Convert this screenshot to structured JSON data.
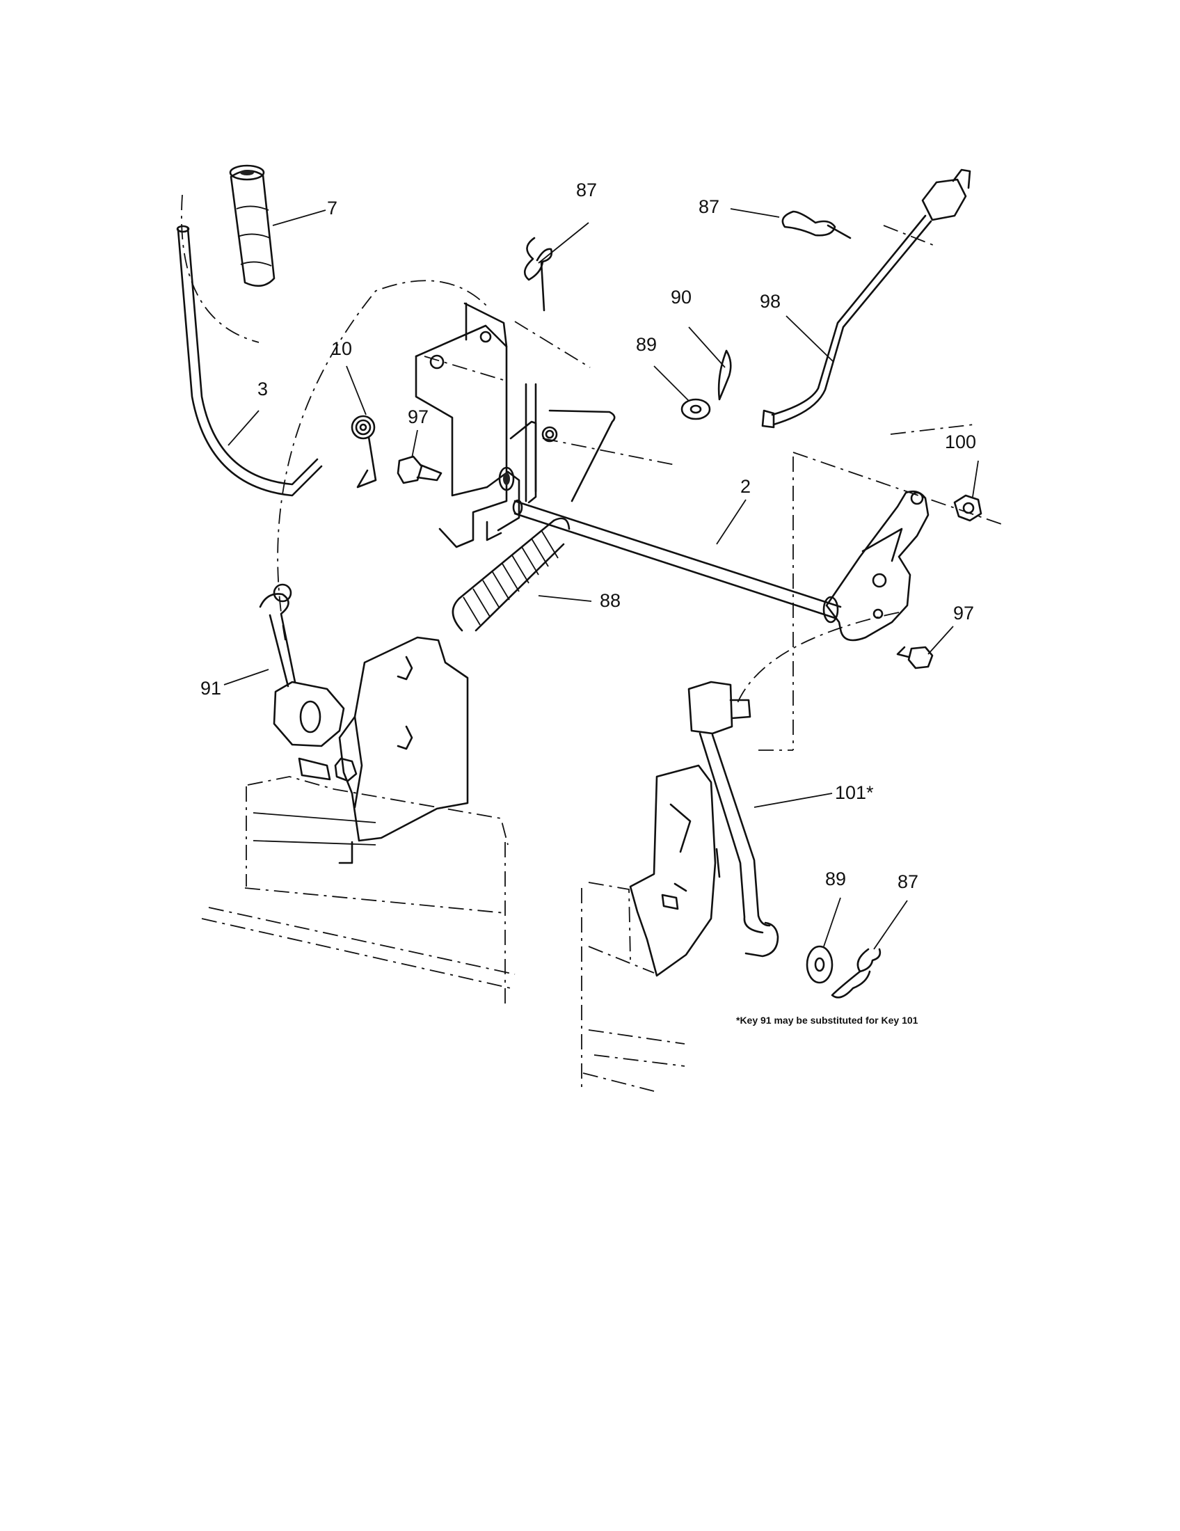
{
  "callouts": [
    {
      "id": "c-7",
      "text": "7"
    },
    {
      "id": "c-87a",
      "text": "87"
    },
    {
      "id": "c-87b",
      "text": "87"
    },
    {
      "id": "c-90",
      "text": "90"
    },
    {
      "id": "c-98",
      "text": "98"
    },
    {
      "id": "c-89a",
      "text": "89"
    },
    {
      "id": "c-10",
      "text": "10"
    },
    {
      "id": "c-3",
      "text": "3"
    },
    {
      "id": "c-97a",
      "text": "97"
    },
    {
      "id": "c-100",
      "text": "100"
    },
    {
      "id": "c-2",
      "text": "2"
    },
    {
      "id": "c-88",
      "text": "88"
    },
    {
      "id": "c-97b",
      "text": "97"
    },
    {
      "id": "c-91",
      "text": "91"
    },
    {
      "id": "c-101",
      "text": "101*"
    },
    {
      "id": "c-89b",
      "text": "89"
    },
    {
      "id": "c-87c",
      "text": "87"
    }
  ],
  "footnote": "*Key 91 may be substituted for Key 101"
}
